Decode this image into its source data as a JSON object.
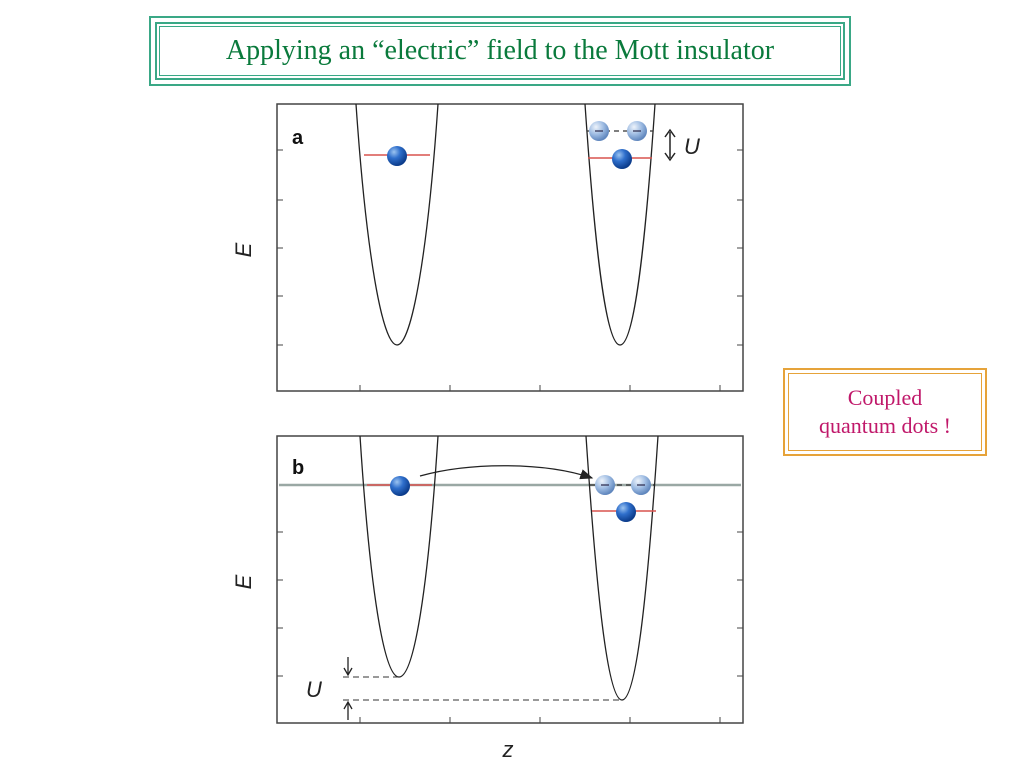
{
  "slide": {
    "title": "Applying an “electric” field to the Mott insulator",
    "note": {
      "line1": "Coupled",
      "line2": "quantum dots !"
    }
  },
  "figure": {
    "panel_a": {
      "letter": "a",
      "y_axis_label": "E",
      "interaction_label": "U"
    },
    "panel_b": {
      "letter": "b",
      "y_axis_label": "E",
      "offset_label": "U",
      "x_axis_label": "z"
    }
  },
  "colors": {
    "title": "#0a7a3c",
    "title_border": "#3aa886",
    "note_text": "#c0186a",
    "note_border": "#e6a33a",
    "level_line": "#d9534f",
    "particle": "#1f5fbf",
    "particle_light": "#8fb3e0",
    "fermi_line": "#9aa8a4"
  }
}
